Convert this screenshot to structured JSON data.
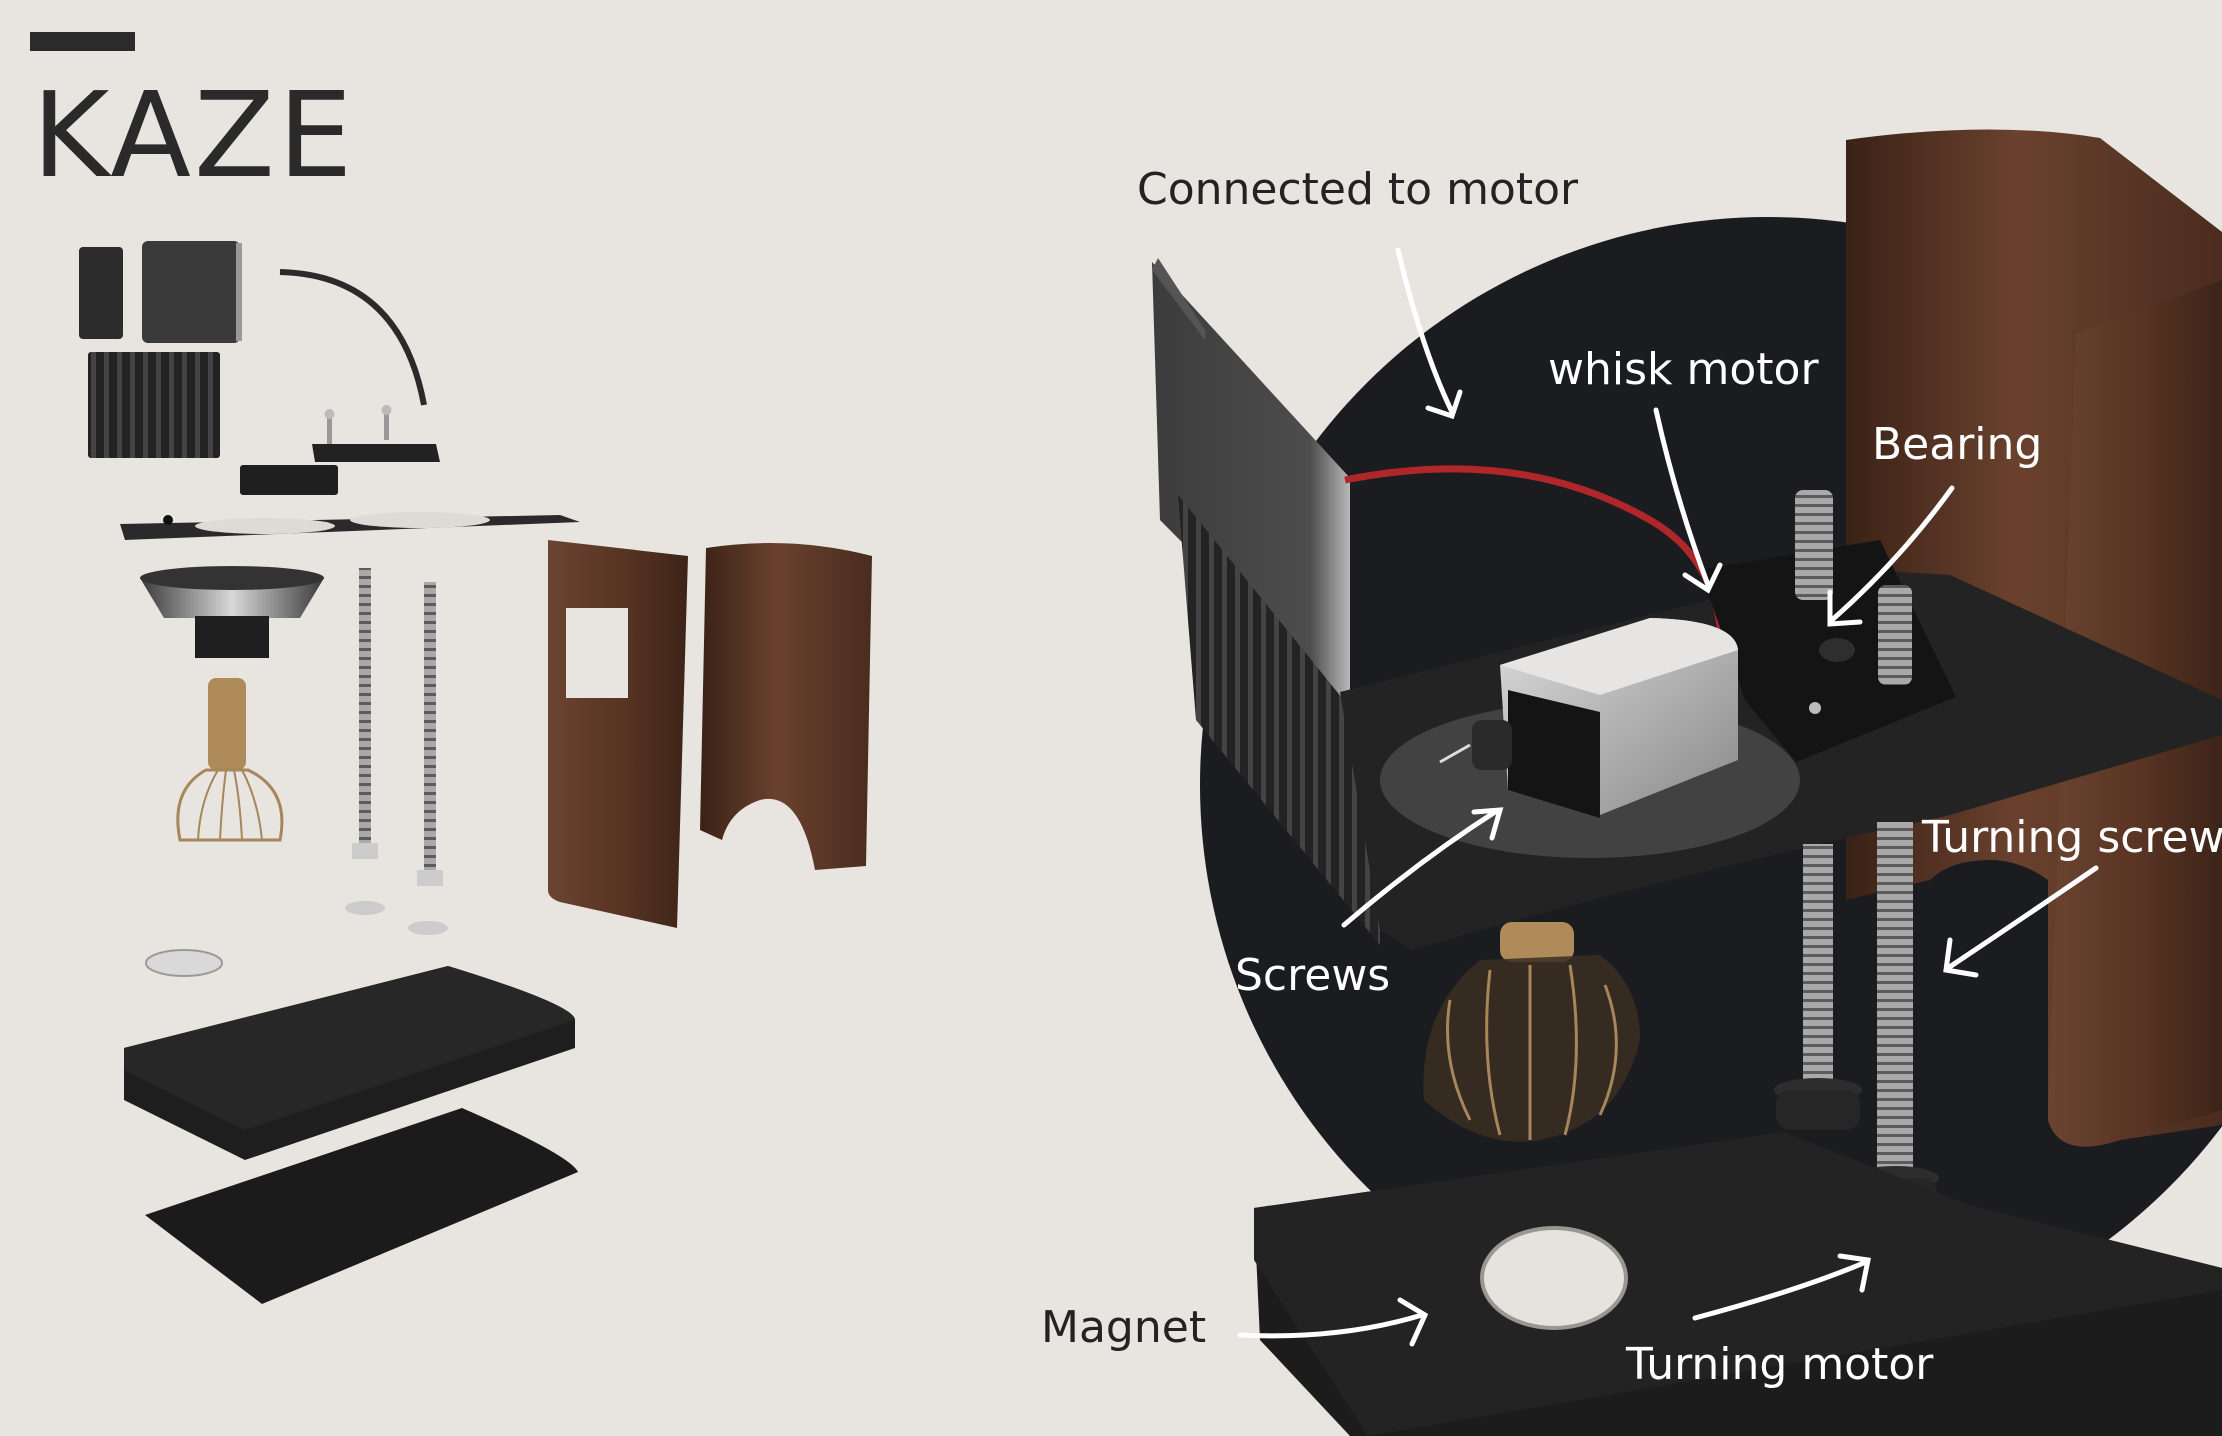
{
  "header": {
    "title": "KAZE"
  },
  "callouts": {
    "connected_to_motor": "Connected to motor",
    "whisk_motor": "whisk motor",
    "bearing": "Bearing",
    "turning_screw": "Turning screw",
    "screws": "Screws",
    "magnet": "Magnet",
    "turning_motor": "Turning motor"
  },
  "colors": {
    "background": "#e8e5e0",
    "circle": "#1b1c1f",
    "wood": "#5a3524",
    "panel_dark": "#262626",
    "cable": "#b0272b",
    "label_dark": "#232323",
    "label_light": "#ffffff"
  }
}
